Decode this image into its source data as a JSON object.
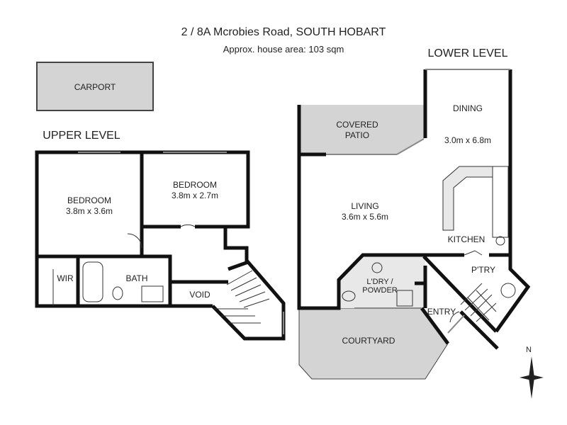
{
  "header": {
    "address": "2 / 8A Mcrobies Road, SOUTH HOBART",
    "area": "Approx. house area: 103 sqm"
  },
  "upper_level": {
    "title": "UPPER LEVEL",
    "carport": "CARPORT",
    "bedroom1": {
      "name": "BEDROOM",
      "size": "3.8m x 3.6m"
    },
    "bedroom2": {
      "name": "BEDROOM",
      "size": "3.8m x 2.7m"
    },
    "wir": "WIR",
    "bath": "BATH",
    "void": "VOID"
  },
  "lower_level": {
    "title": "LOWER LEVEL",
    "covered_patio": [
      "COVERED",
      "PATIO"
    ],
    "dining": {
      "name": "DINING",
      "size": "3.0m x 6.8m"
    },
    "living": {
      "name": "LIVING",
      "size": "3.6m x 5.6m"
    },
    "kitchen": "KITCHEN",
    "pantry": "P'TRY",
    "laundry": [
      "L'DRY /",
      "POWDER"
    ],
    "entry": "ENTRY",
    "courtyard": "COURTYARD"
  },
  "compass": {
    "label": "N"
  }
}
